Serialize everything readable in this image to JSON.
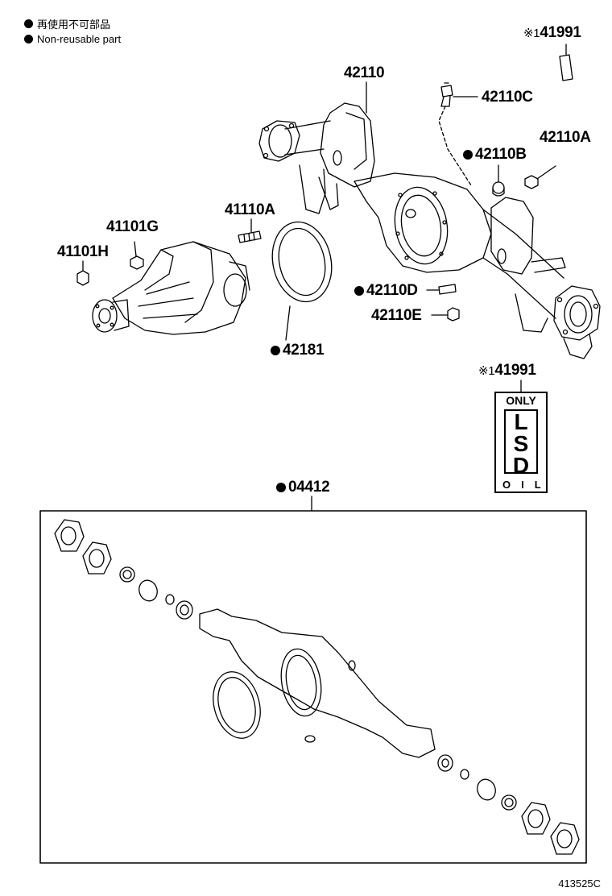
{
  "legend": {
    "line1": "再使用不可部品",
    "line2": "Non-reusable part"
  },
  "parts": {
    "p41991_top": "41991",
    "p41991_top_prefix": "※1",
    "p42110": "42110",
    "p42110C": "42110C",
    "p42110B": "42110B",
    "p42110A": "42110A",
    "p41110A": "41110A",
    "p41101G": "41101G",
    "p41101H": "41101H",
    "p42110D": "42110D",
    "p42110E": "42110E",
    "p42181": "42181",
    "p41991_mid": "41991",
    "p41991_mid_prefix": "※1",
    "p04412": "04412"
  },
  "lsd_label": {
    "top": "ONLY",
    "l1": "L",
    "l2": "S",
    "l3": "D",
    "bottom": "OIL"
  },
  "footer": "413525C"
}
